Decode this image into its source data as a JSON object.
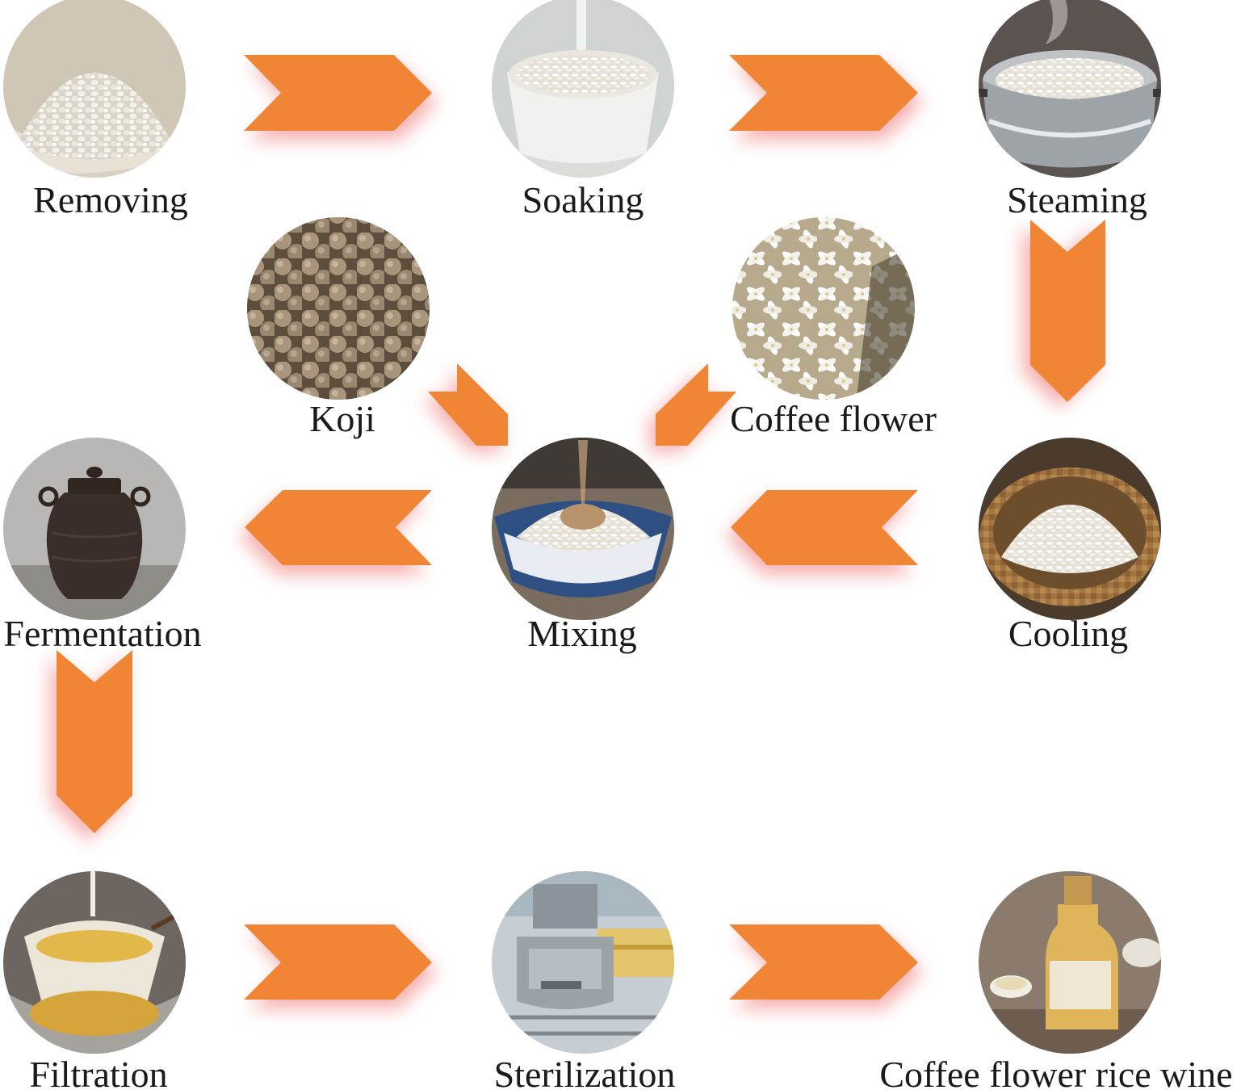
{
  "diagram": {
    "accent_color": "#F08536",
    "glow_color": "#F5A3A3",
    "steps": {
      "removing": {
        "label": "Removing",
        "image": "white-rice-grains"
      },
      "soaking": {
        "label": "Soaking",
        "image": "rice-soaking-in-bowl"
      },
      "steaming": {
        "label": "Steaming",
        "image": "rice-in-steamer"
      },
      "koji": {
        "label": "Koji",
        "image": "koji-balls"
      },
      "coffee_flower": {
        "label": "Coffee flower",
        "image": "white-coffee-flowers"
      },
      "cooling": {
        "label": "Cooling",
        "image": "rice-in-bamboo-basket"
      },
      "mixing": {
        "label": "Mixing",
        "image": "rice-with-koji-powder-in-bowl"
      },
      "fermentation": {
        "label": "Fermentation",
        "image": "clay-fermentation-jar"
      },
      "filtration": {
        "label": "Filtration",
        "image": "cloth-filter-straining"
      },
      "sterilization": {
        "label": "Sterilization",
        "image": "stainless-sterilizer"
      },
      "product": {
        "label": "Coffee flower rice wine",
        "image": "rice-wine-bottle"
      }
    }
  }
}
